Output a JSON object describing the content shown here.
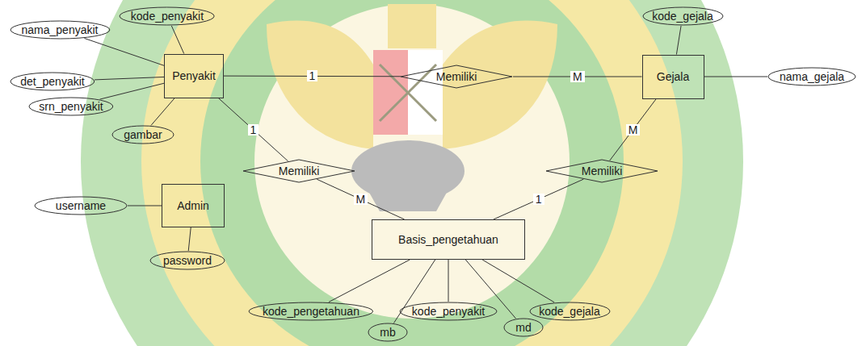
{
  "diagram": {
    "nodes": [
      {
        "text": [
          "kode_penyakit"
        ]
      },
      {
        "text": [
          "nama_penyakit"
        ]
      },
      {
        "text": [
          "Penyakit"
        ]
      },
      {
        "text": [
          "Memiliki"
        ]
      },
      {
        "text": [
          "kode_gejala"
        ]
      },
      {
        "text": [
          "Gejala"
        ]
      },
      {
        "text": [
          "nama_gejala"
        ]
      },
      {
        "text": [
          "det_penyakit"
        ]
      },
      {
        "text": [
          "srn_penyakit"
        ]
      },
      {
        "text": [
          "gambar"
        ]
      },
      {
        "text": [
          "Memiliki"
        ]
      },
      {
        "text": [
          "Memiliki"
        ]
      },
      {
        "text": [
          "username"
        ]
      },
      {
        "text": [
          "Admin"
        ]
      },
      {
        "text": [
          "password"
        ]
      },
      {
        "text": [
          "Basis_pengetahuan"
        ]
      },
      {
        "text": [
          "kode_pengetahuan"
        ]
      },
      {
        "text": [
          "kode_penyakit"
        ]
      },
      {
        "text": [
          "kode_gejala"
        ]
      },
      {
        "text": [
          "mb"
        ]
      },
      {
        "text": [
          "md"
        ]
      }
    ],
    "edges": [
      {
        "from": 2,
        "to": 0,
        "arrow": "none"
      },
      {
        "from": 2,
        "to": 1,
        "arrow": "none"
      },
      {
        "from": 2,
        "to": 7,
        "arrow": "none"
      },
      {
        "from": 2,
        "to": 8,
        "arrow": "none"
      },
      {
        "from": 2,
        "to": 9,
        "arrow": "none"
      },
      {
        "from": 2,
        "to": 3,
        "label": "1",
        "arrow": "none"
      },
      {
        "from": 3,
        "to": 5,
        "label": "M",
        "arrow": "none"
      },
      {
        "from": 5,
        "to": 4,
        "arrow": "none"
      },
      {
        "from": 5,
        "to": 6,
        "arrow": "none"
      },
      {
        "from": 2,
        "to": 10,
        "label": "1",
        "arrow": "none"
      },
      {
        "from": 10,
        "to": 15,
        "label": "M",
        "arrow": "none"
      },
      {
        "from": 5,
        "to": 11,
        "label": "M",
        "arrow": "none"
      },
      {
        "from": 11,
        "to": 15,
        "label": "1",
        "arrow": "none"
      },
      {
        "from": 13,
        "to": 12,
        "arrow": "none"
      },
      {
        "from": 13,
        "to": 14,
        "arrow": "none"
      },
      {
        "from": 15,
        "to": 16,
        "arrow": "none"
      },
      {
        "from": 15,
        "to": 17,
        "arrow": "none"
      },
      {
        "from": 15,
        "to": 18,
        "arrow": "none"
      },
      {
        "from": 15,
        "to": 19,
        "arrow": "none"
      },
      {
        "from": 15,
        "to": 20,
        "arrow": "none"
      }
    ]
  }
}
